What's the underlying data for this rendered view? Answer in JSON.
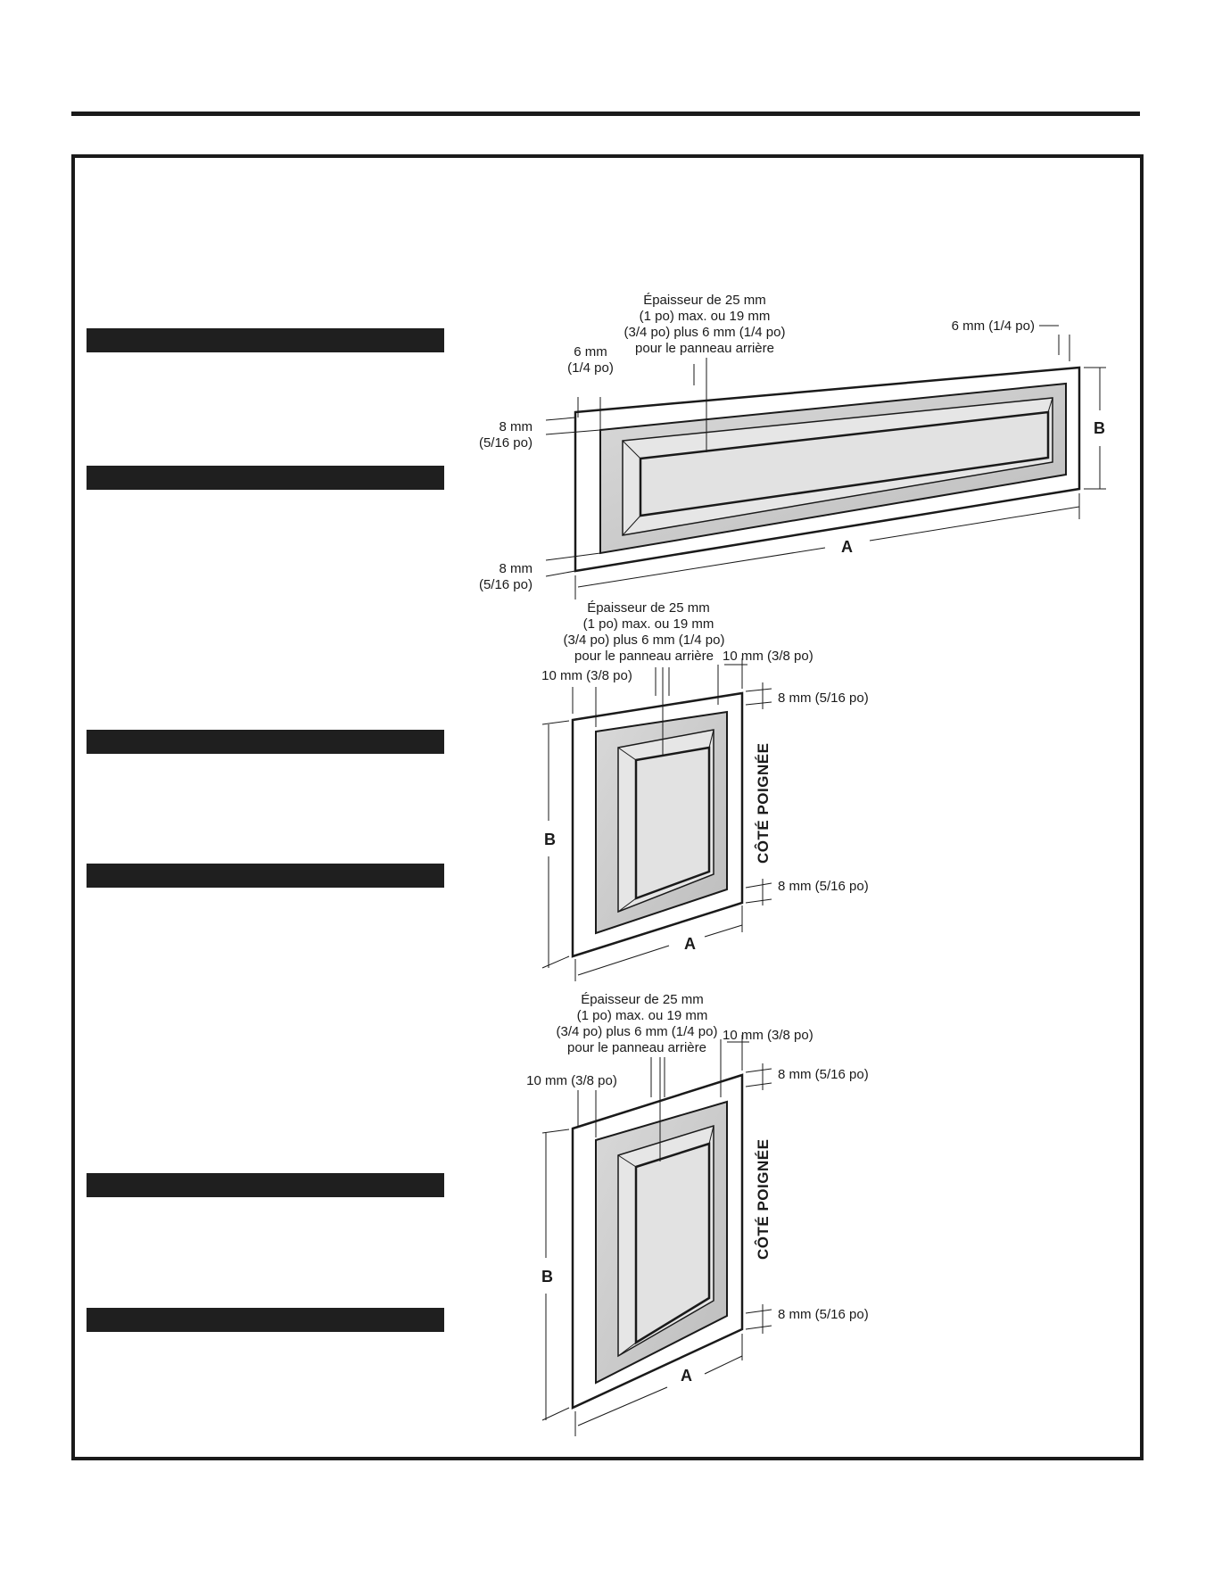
{
  "panels": {
    "top": {
      "thickness": [
        "Épaisseur de 25 mm",
        "(1 po) max. ou 19 mm",
        "(3/4 po) plus 6 mm (1/4 po)",
        "pour le panneau arrière"
      ],
      "left_6mm": [
        "6 mm",
        "(1/4 po)"
      ],
      "right_6mm": "6 mm (1/4 po)",
      "upper_8mm": [
        "8 mm",
        "(5/16 po)"
      ],
      "lower_8mm": [
        "8 mm",
        "(5/16 po)"
      ],
      "dim_b": "B",
      "dim_a": "A"
    },
    "middle": {
      "thickness": [
        "Épaisseur de 25 mm",
        "(1 po) max. ou 19 mm",
        "(3/4 po) plus 6 mm (1/4 po)",
        "pour le panneau arrière"
      ],
      "left_10mm": "10 mm (3/8 po)",
      "right_10mm": "10 mm (3/8 po)",
      "top_8mm": "8 mm (5/16 po)",
      "bottom_8mm": "8 mm (5/16 po)",
      "dim_b": "B",
      "dim_a": "A",
      "handle_side": "CÔTÉ POIGNÉE"
    },
    "bottom": {
      "thickness": [
        "Épaisseur de 25 mm",
        "(1 po) max. ou 19 mm",
        "(3/4 po) plus 6 mm (1/4 po)",
        "pour le panneau arrière"
      ],
      "left_10mm": "10 mm (3/8 po)",
      "right_10mm": "10 mm (3/8 po)",
      "top_8mm": "8 mm (5/16 po)",
      "bottom_8mm": "8 mm (5/16 po)",
      "dim_b": "B",
      "dim_a": "A",
      "handle_side": "CÔTÉ POIGNÉE"
    }
  }
}
